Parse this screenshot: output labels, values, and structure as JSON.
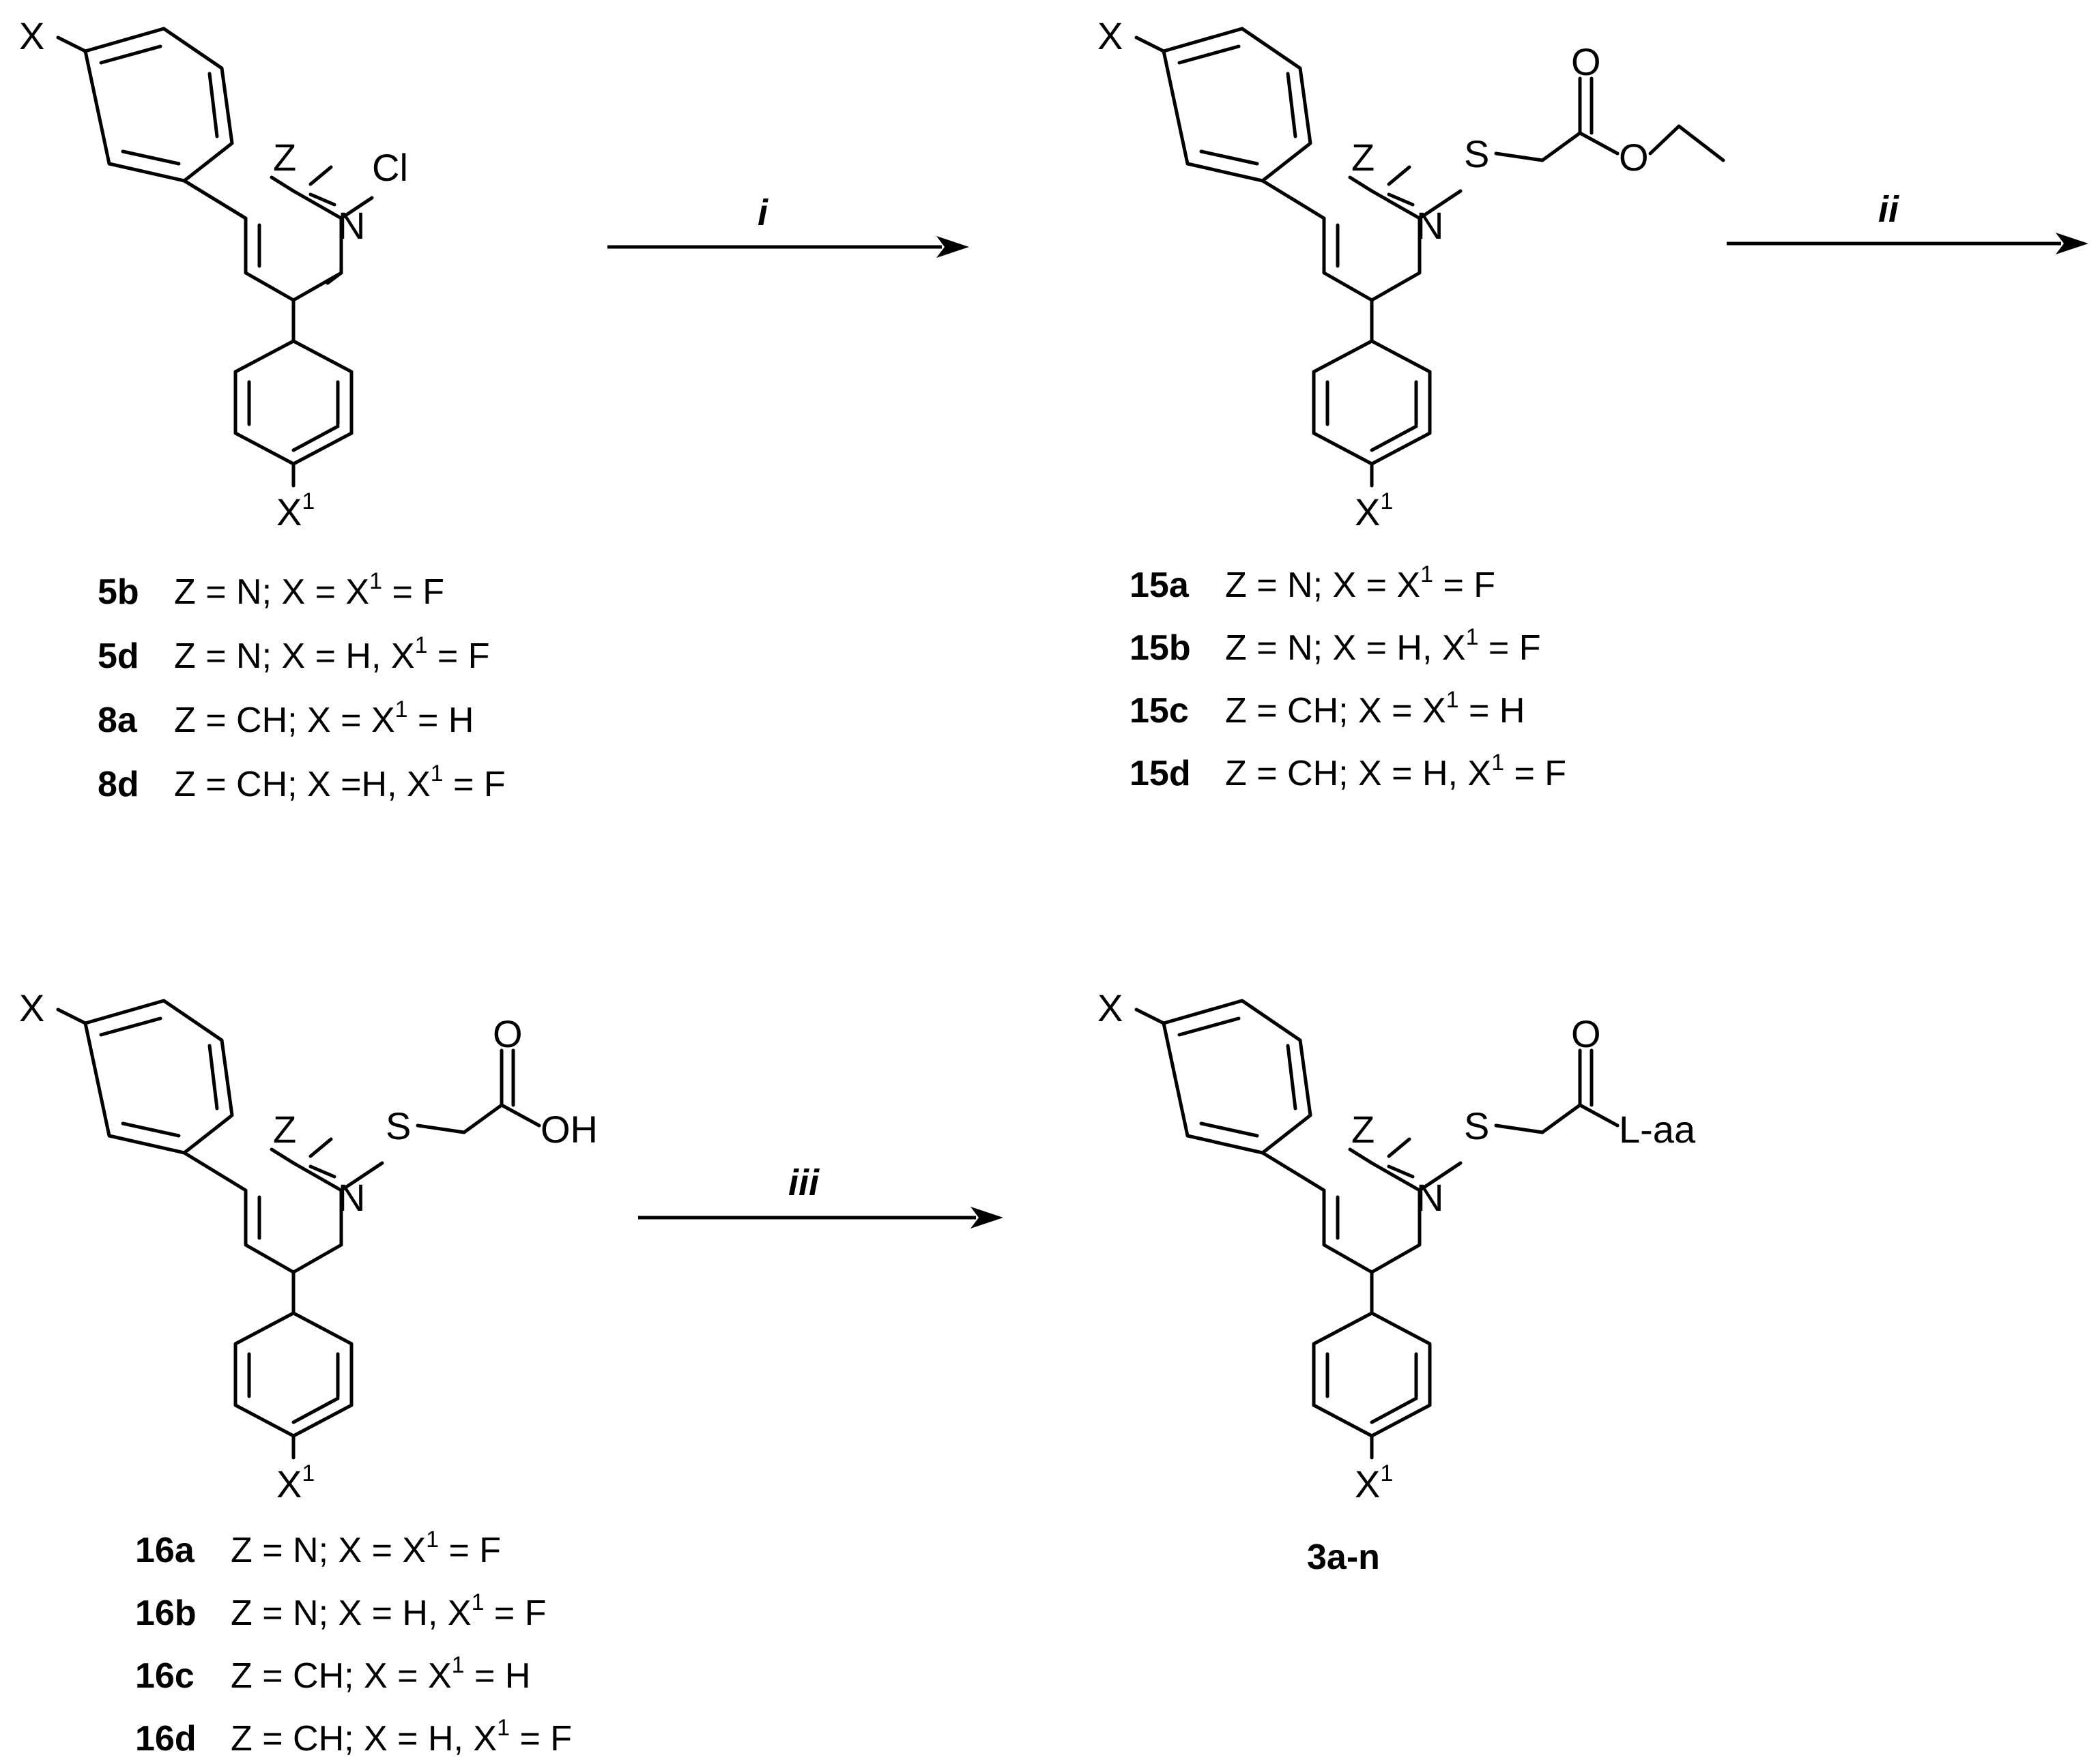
{
  "atoms": {
    "x": "X",
    "x1_base": "X",
    "x1_sup": "1",
    "z": "Z",
    "n": "N",
    "cl": "Cl",
    "s": "S",
    "o": "O",
    "oh": "OH",
    "laa": "L-aa"
  },
  "reagents": {
    "step1": "i",
    "step2": "ii",
    "step3": "iii"
  },
  "compounds": {
    "a": [
      {
        "id": "5b",
        "pre": "Z = N; X = X",
        "sup": "1",
        "post": " = F"
      },
      {
        "id": "5d",
        "pre": "Z = N; X  = H,  X",
        "sup": "1",
        "post": " = F"
      },
      {
        "id": "8a",
        "pre": "Z = CH; X  = X",
        "sup": "1",
        "post": " = H"
      },
      {
        "id": "8d",
        "pre": "Z = CH; X =H, X",
        "sup": "1",
        "post": " = F"
      }
    ],
    "b": [
      {
        "id": "15a",
        "pre": "Z = N; X = X",
        "sup": "1",
        "post": " = F"
      },
      {
        "id": "15b",
        "pre": "Z = N; X  = H,  X",
        "sup": "1",
        "post": " = F"
      },
      {
        "id": "15c",
        "pre": "Z = CH; X = X",
        "sup": "1",
        "post": " = H"
      },
      {
        "id": "15d",
        "pre": "Z = CH; X = H, X",
        "sup": "1",
        "post": " = F"
      }
    ],
    "c": [
      {
        "id": "16a",
        "pre": "Z = N; X = X",
        "sup": "1",
        "post": " = F"
      },
      {
        "id": "16b",
        "pre": "Z = N; X  = H,  X",
        "sup": "1",
        "post": " = F"
      },
      {
        "id": "16c",
        "pre": "Z = CH; X = X",
        "sup": "1",
        "post": " = H"
      },
      {
        "id": "16d",
        "pre": "Z = CH; X = H, X",
        "sup": "1",
        "post": " = F"
      }
    ],
    "d": [
      {
        "id": "3a-n"
      }
    ]
  }
}
